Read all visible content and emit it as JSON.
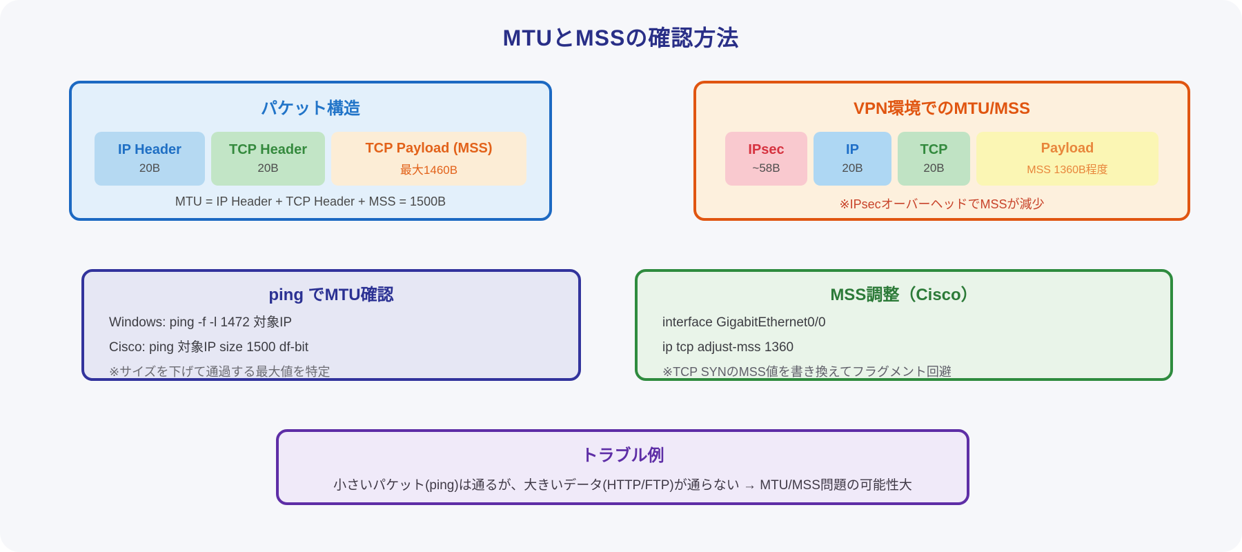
{
  "page": {
    "title": "MTUとMSSの確認方法"
  },
  "palette": {
    "canvas_bg": "#f6f7fa",
    "title_color": "#292f87",
    "packet_border": "#1c69c2",
    "vpn_border": "#e05510",
    "ping_border": "#32339c",
    "mss_border": "#2e8b3e",
    "trouble_border": "#5e2ea6"
  },
  "boxes": {
    "packet": {
      "title": "パケット構造",
      "segments": [
        {
          "label": "IP Header",
          "value": "20B"
        },
        {
          "label": "TCP Header",
          "value": "20B"
        },
        {
          "label": "TCP Payload (MSS)",
          "value": "最大1460B"
        }
      ],
      "note": "MTU = IP Header + TCP Header + MSS = 1500B"
    },
    "vpn": {
      "title": "VPN環境でのMTU/MSS",
      "segments": [
        {
          "label": "IPsec",
          "value": "~58B"
        },
        {
          "label": "IP",
          "value": "20B"
        },
        {
          "label": "TCP",
          "value": "20B"
        },
        {
          "label": "Payload",
          "value": "MSS 1360B程度"
        }
      ],
      "note": "※IPsecオーバーヘッドでMSSが減少"
    },
    "ping": {
      "title": "ping でMTU確認",
      "lines": [
        "Windows: ping -f -l 1472 対象IP",
        "Cisco: ping 対象IP size 1500 df-bit"
      ],
      "note": "※サイズを下げて通過する最大値を特定"
    },
    "mss": {
      "title": "MSS調整（Cisco）",
      "lines": [
        "interface GigabitEthernet0/0",
        "ip tcp adjust-mss 1360"
      ],
      "note": "※TCP SYNのMSS値を書き換えてフラグメント回避"
    },
    "trouble": {
      "title": "トラブル例",
      "body": "小さいパケット(ping)は通るが、大きいデータ(HTTP/FTP)が通らない → MTU/MSS問題の可能性大"
    }
  }
}
